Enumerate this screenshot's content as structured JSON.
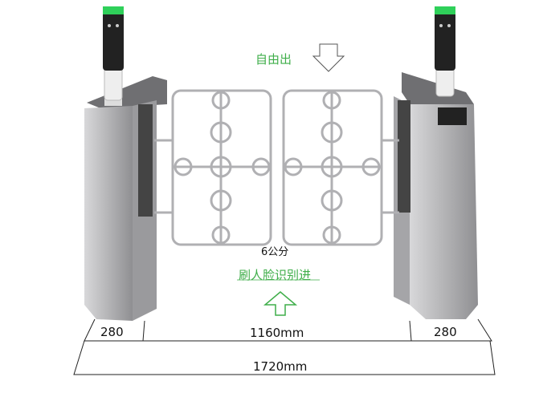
{
  "labels": {
    "exit": "自由出",
    "entry": "刷人脸识别进",
    "gap": "6公分"
  },
  "dimensions": {
    "left_width": "280",
    "middle_width": "1160mm",
    "right_width": "280",
    "total_width": "1720mm"
  },
  "colors": {
    "accent_green": "#3fae4a",
    "screen_green": "#2fd05a",
    "pillar_gray": "#b9b9bb"
  }
}
